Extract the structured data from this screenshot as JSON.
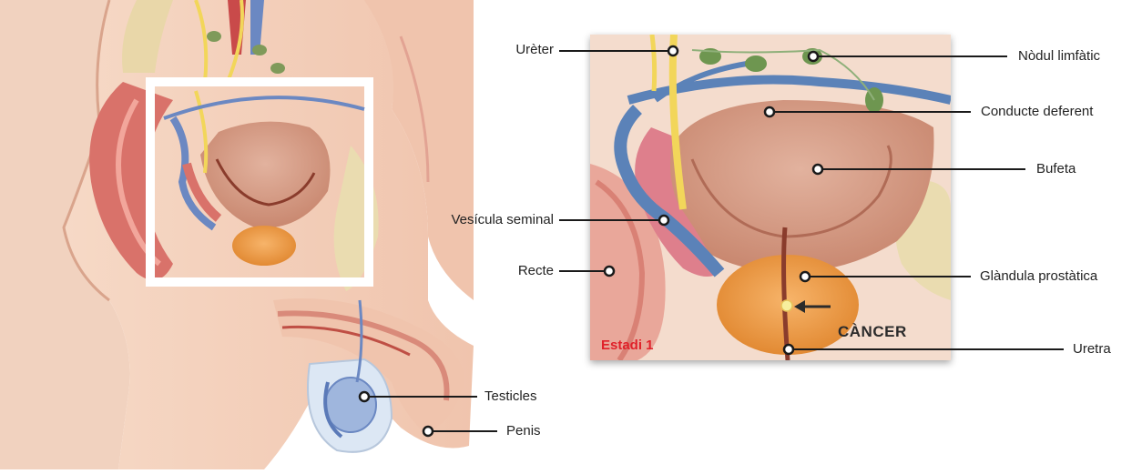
{
  "labels": {
    "ureter": "Urèter",
    "lymph_node": "Nòdul limfàtic",
    "vas_deferens": "Conducte deferent",
    "bladder": "Bufeta",
    "seminal_vesicle": "Vesícula seminal",
    "rectum": "Recte",
    "prostate": "Glàndula prostàtica",
    "cancer": "CÀNCER",
    "urethra": "Uretra",
    "testicles": "Testicles",
    "penis": "Penis"
  },
  "stage": "Estadi 1",
  "colors": {
    "stage_text": "#e0212a",
    "ureter": "#f2d65a",
    "vessel": "#5b82b8",
    "prostate": "#e8963e",
    "bladder": "#d9a08a",
    "tissue": "#f3c9b9"
  }
}
